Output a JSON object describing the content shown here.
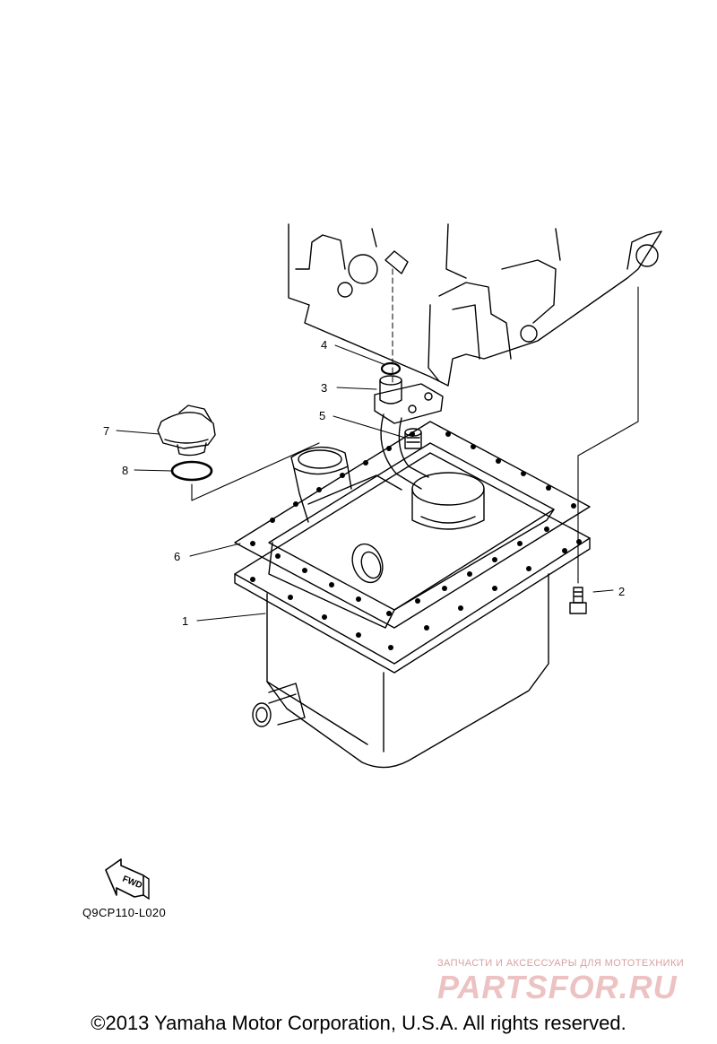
{
  "callouts": [
    {
      "number": "1",
      "part": "oil pan"
    },
    {
      "number": "2",
      "part": "bolt"
    },
    {
      "number": "3",
      "part": "oil strainer"
    },
    {
      "number": "4",
      "part": "o-ring"
    },
    {
      "number": "5",
      "part": "bolt"
    },
    {
      "number": "6",
      "part": "gasket"
    },
    {
      "number": "7",
      "part": "oil filler cap"
    },
    {
      "number": "8",
      "part": "o-ring"
    }
  ],
  "fwd_label": "FWD",
  "diagram_code": "Q9CP110-L020",
  "watermark": {
    "tagline": "ЗАПЧАСТИ И АКСЕССУАРЫ ДЛЯ МОТОТЕХНИКИ",
    "brand": "PARTSFOR.RU"
  },
  "copyright": "©2013 Yamaha Motor Corporation, U.S.A. All rights reserved."
}
